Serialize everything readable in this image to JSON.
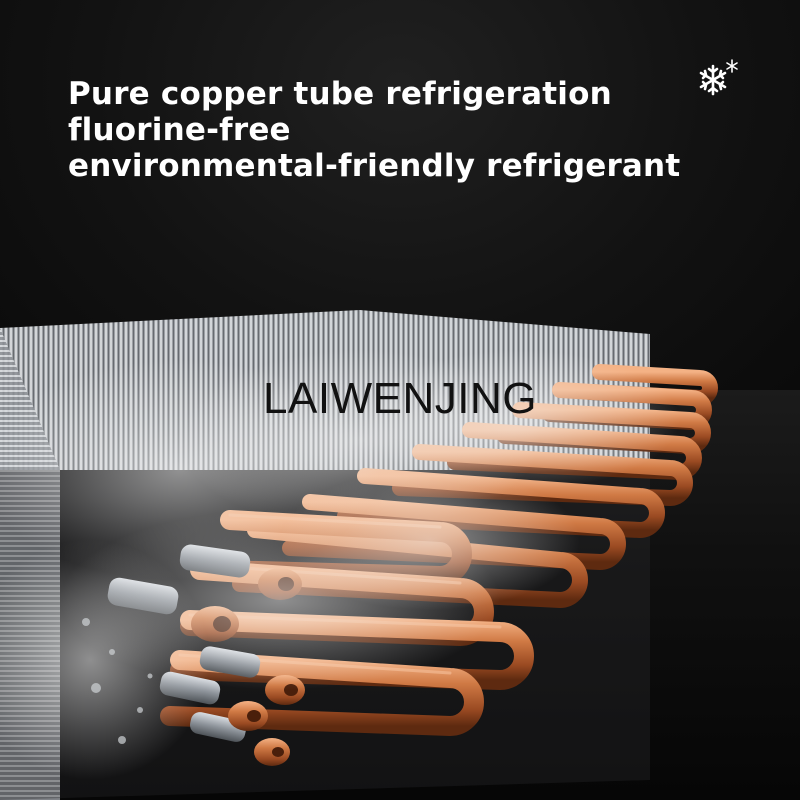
{
  "headline": {
    "lines": [
      "Pure copper tube refrigeration",
      "fluorine-free",
      "environmental-friendly refrigerant"
    ]
  },
  "watermark": "LAIWENJING",
  "icons": {
    "corner": "snowflake-icon"
  },
  "colors": {
    "background": "#0e0e0e",
    "headline_text": "#ffffff",
    "copper": "#c8703e",
    "copper_highlight": "#f0a878",
    "aluminum_fins": "#b9bcc0",
    "steam": "#e8e8e8"
  }
}
